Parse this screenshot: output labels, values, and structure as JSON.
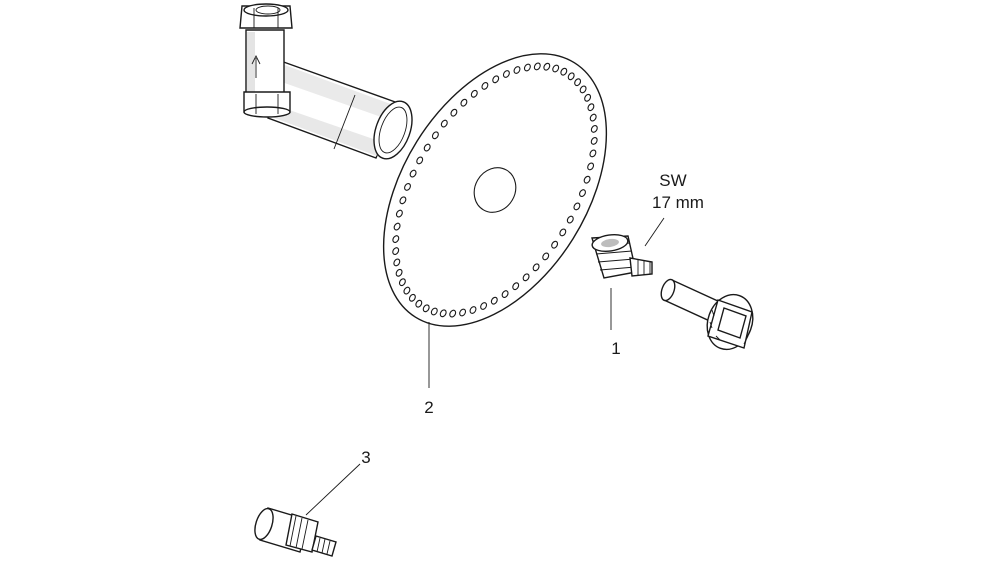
{
  "diagram": {
    "callouts": [
      {
        "id": "1",
        "label": "1"
      },
      {
        "id": "2",
        "label": "2"
      },
      {
        "id": "3",
        "label": "3"
      }
    ],
    "wrench_size": {
      "line1": "SW",
      "line2": "17 mm"
    }
  }
}
